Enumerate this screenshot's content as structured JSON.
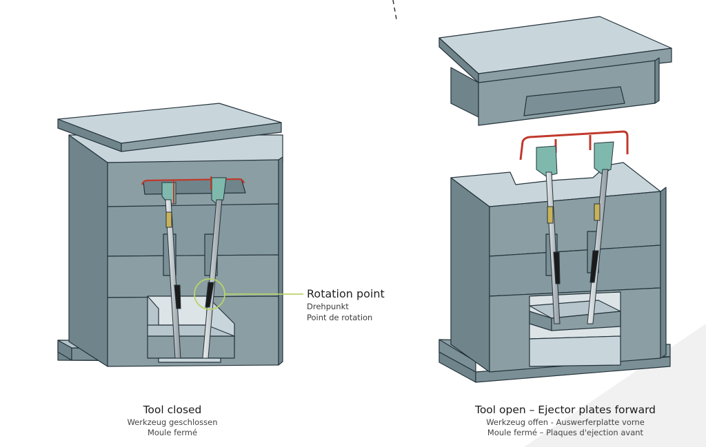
{
  "callout": {
    "title": "Rotation point",
    "line_de": "Drehpunkt",
    "line_fr": "Point de rotation"
  },
  "captions": {
    "left": {
      "title": "Tool closed",
      "line_de": "Werkzeug geschlossen",
      "line_fr": "Moule fermé"
    },
    "right": {
      "title": "Tool open – Ejector plates forward",
      "line_de": "Werkzeug offen - Auswerferplatte vorne",
      "line_fr": "Moule fermé – Plaques d'ejection avant"
    }
  },
  "colors": {
    "mold_front": "#8a9ea3",
    "mold_side": "#6f858b",
    "mold_top": "#c8d6dc",
    "outline": "#24323a",
    "lifter_head": "#7fb9ad",
    "part_red": "#c0392b",
    "spring_black": "#1b1b1b",
    "callout_green": "#b9d36a"
  },
  "icons": [
    "rotation-point-marker-icon"
  ]
}
